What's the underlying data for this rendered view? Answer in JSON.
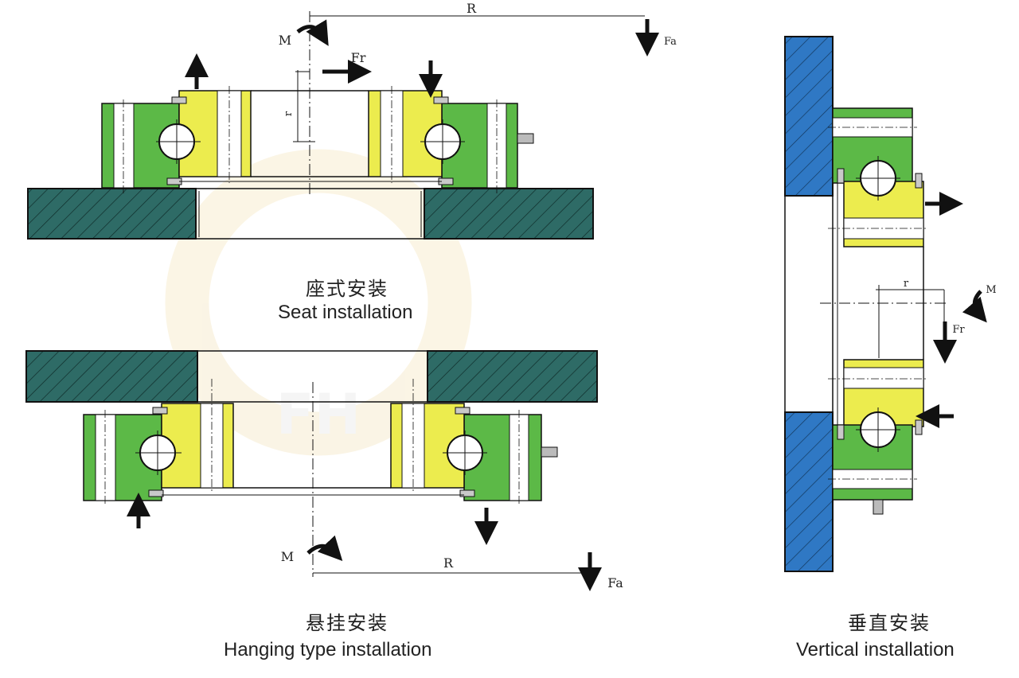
{
  "labels": {
    "seat": {
      "R": "R",
      "M": "M",
      "Fr": "Fr",
      "Fa": "Fa",
      "r": "r"
    },
    "hanging": {
      "R": "R",
      "M": "M",
      "Fa": "Fa"
    },
    "vertical": {
      "r": "r",
      "M": "M",
      "Fr": "Fr"
    }
  },
  "captions": {
    "seat": {
      "cn": "座式安装",
      "en": "Seat installation"
    },
    "hanging": {
      "cn": "悬挂安装",
      "en": "Hanging type installation"
    },
    "vertical": {
      "cn": "垂直安装",
      "en": "Vertical installation"
    }
  },
  "watermark": "FH",
  "colors": {
    "plate_teal": "#2e6b66",
    "plate_blue": "#2f78c4",
    "ring_green": "#5cb947",
    "ring_yellow": "#ecec4e",
    "outline": "#1a1a1a",
    "watermark": "#f5e9c9"
  }
}
